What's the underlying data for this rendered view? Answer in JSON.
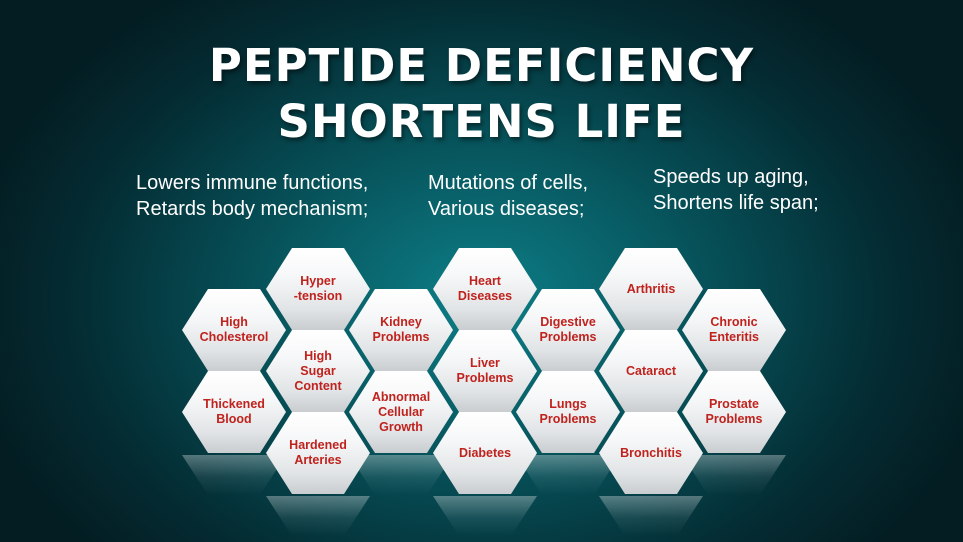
{
  "title": {
    "line1": "PEPTIDE DEFICIENCY",
    "line2": "SHORTENS LIFE"
  },
  "subtitles": [
    {
      "line1": "Lowers immune functions,",
      "line2": "Retards body mechanism;"
    },
    {
      "line1": "Mutations of cells,",
      "line2": "Various diseases;"
    },
    {
      "line1": "Speeds up aging,",
      "line2": "Shortens life span;"
    }
  ],
  "hexagons": [
    {
      "id": "high-cholesterol",
      "lines": [
        "High",
        "Cholesterol"
      ]
    },
    {
      "id": "thickened-blood",
      "lines": [
        "Thickened",
        "Blood"
      ]
    },
    {
      "id": "hypertension",
      "lines": [
        "Hyper",
        "-tension"
      ]
    },
    {
      "id": "high-sugar-content",
      "lines": [
        "High",
        "Sugar",
        "Content"
      ]
    },
    {
      "id": "hardened-arteries",
      "lines": [
        "Hardened",
        "Arteries"
      ]
    },
    {
      "id": "kidney-problems",
      "lines": [
        "Kidney",
        "Problems"
      ]
    },
    {
      "id": "abnormal-cellular-growth",
      "lines": [
        "Abnormal",
        "Cellular",
        "Growth"
      ]
    },
    {
      "id": "heart-diseases",
      "lines": [
        "Heart",
        "Diseases"
      ]
    },
    {
      "id": "liver-problems",
      "lines": [
        "Liver",
        "Problems"
      ]
    },
    {
      "id": "diabetes",
      "lines": [
        "Diabetes"
      ]
    },
    {
      "id": "digestive-problems",
      "lines": [
        "Digestive",
        "Problems"
      ]
    },
    {
      "id": "lungs-problems",
      "lines": [
        "Lungs",
        "Problems"
      ]
    },
    {
      "id": "arthritis",
      "lines": [
        "Arthritis"
      ]
    },
    {
      "id": "cataract",
      "lines": [
        "Cataract"
      ]
    },
    {
      "id": "bronchitis",
      "lines": [
        "Bronchitis"
      ]
    },
    {
      "id": "chronic-enteritis",
      "lines": [
        "Chronic",
        "Enteritis"
      ]
    },
    {
      "id": "prostate-problems",
      "lines": [
        "Prostate",
        "Problems"
      ]
    }
  ],
  "colors": {
    "background": "#07535b",
    "hex_text": "#c0221d",
    "title_text": "#ffffff"
  }
}
